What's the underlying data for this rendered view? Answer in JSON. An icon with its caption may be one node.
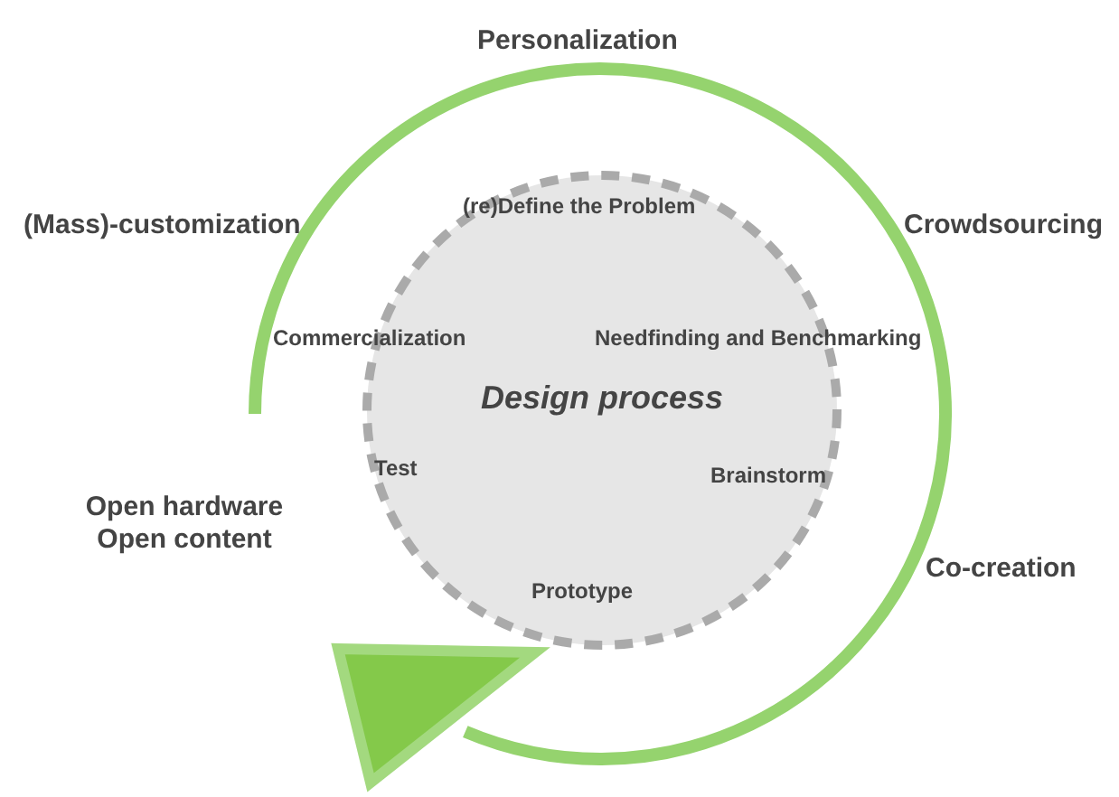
{
  "diagram": {
    "nodes": [
      {
        "text": [
          "Design process"
        ]
      }
    ],
    "labels": [
      "Personalization",
      "(re)Define the Problem",
      "(Mass)-customization",
      "Crowdsourcing",
      "Commercialization",
      "Needfinding and Benchmarking",
      "Test",
      "Brainstorm",
      "Open hardware Open content",
      "Co-creation",
      "Prototype"
    ]
  }
}
